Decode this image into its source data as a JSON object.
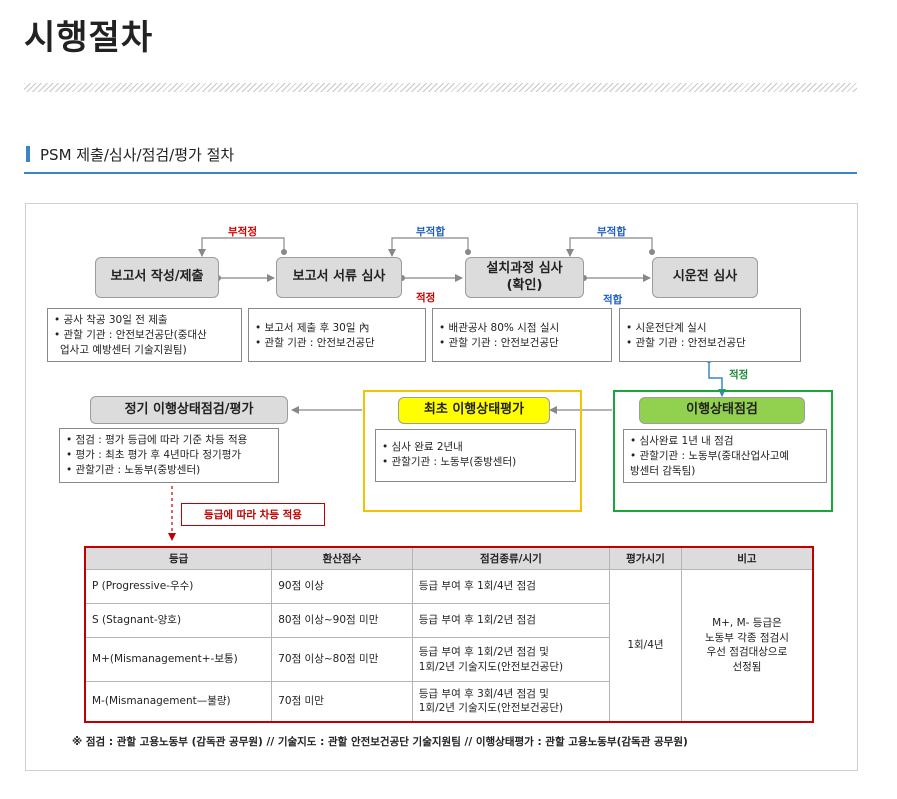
{
  "page": {
    "title": "시행절차",
    "section_title": "PSM 제출/심사/점검/평가 절차"
  },
  "flow": {
    "steps": [
      {
        "label": "보고서 작성/제출"
      },
      {
        "label": "보고서 서류 심사"
      },
      {
        "label": "설치과정 심사",
        "label2": "(확인)"
      },
      {
        "label": "시운전 심사"
      },
      {
        "label": "정기 이행상태점검/평가"
      },
      {
        "label": "최초 이행상태평가"
      },
      {
        "label": "이행상태점검"
      }
    ],
    "notes": [
      {
        "lines": [
          "• 공사 착공 30일 전 제출",
          "• 관할 기관 : 안전보건공단(중대산",
          "업사고 예방센터 기술지원팀)"
        ]
      },
      {
        "lines": [
          "• 보고서 제출 후 30일 內",
          "• 관할 기관 : 안전보건공단"
        ]
      },
      {
        "lines": [
          "• 배관공사 80% 시점 실시",
          "• 관할 기관 : 안전보건공단"
        ]
      },
      {
        "lines": [
          "• 시운전단계 실시",
          "• 관할 기관 : 안전보건공단"
        ]
      },
      {
        "lines": [
          "• 점검 : 평가 등급에 따라 기준 차등 적용",
          "• 평가 : 최초 평가 후 4년마다 정기평가",
          "• 관할기관 : 노동부(중방센터)"
        ]
      },
      {
        "lines": [
          "• 심사 완료 2년내",
          "• 관할기관 : 노동부(중방센터)"
        ]
      },
      {
        "lines": [
          "• 심사완료 1년 내 점검",
          "• 관할기관 : 노동부(중대산업사고예",
          "방센터 감독팀)"
        ]
      }
    ],
    "labels": {
      "fail1": "부적정",
      "fail2": "부적합",
      "fail3": "부적합",
      "pass1": "적정",
      "pass2": "적합",
      "pass3": "적정",
      "grade_note": "등급에 따라 차등 적용"
    },
    "colors": {
      "highlight_yellow": "#ffff00",
      "highlight_green": "#92d050",
      "yellow_frame": "#f2c300",
      "green_frame": "#1aa63a",
      "table_border": "#c00000",
      "accent_blue": "#3a85c9"
    }
  },
  "table": {
    "headers": [
      "등급",
      "환산점수",
      "점검종류/시기",
      "평가시기",
      "비고"
    ],
    "rows": [
      {
        "grade": "P (Progressive-우수)",
        "score": "90점 이상",
        "check": [
          "등급 부여 후 1회/4년 점검"
        ]
      },
      {
        "grade": "S (Stagnant-양호)",
        "score": "80점 이상~90점 미만",
        "check": [
          "등급 부여 후 1회/2년 점검"
        ]
      },
      {
        "grade": "M+(Mismanagement+-보통)",
        "score": "70점 이상~80점 미만",
        "check": [
          "등급 부여 후 1회/2년 점검 및",
          "1회/2년 기술지도(안전보건공단)"
        ]
      },
      {
        "grade": "M-(Mismanagement—불량)",
        "score": "70점 미만",
        "check": [
          "등급 부여 후 3회/4년 점검 및",
          "1회/2년 기술지도(안전보건공단)"
        ]
      }
    ],
    "eval_period": "1회/4년",
    "remarks": [
      "M+, M- 등급은",
      "노동부 각종 점검시",
      "우선 점검대상으로",
      "선정됨"
    ]
  },
  "footnote": "※ 점검 : 관할 고용노동부 (감독관 공무원) // 기술지도 : 관할 안전보건공단 기술지원팀 // 이행상태평가 : 관할 고용노동부(감독관 공무원)"
}
